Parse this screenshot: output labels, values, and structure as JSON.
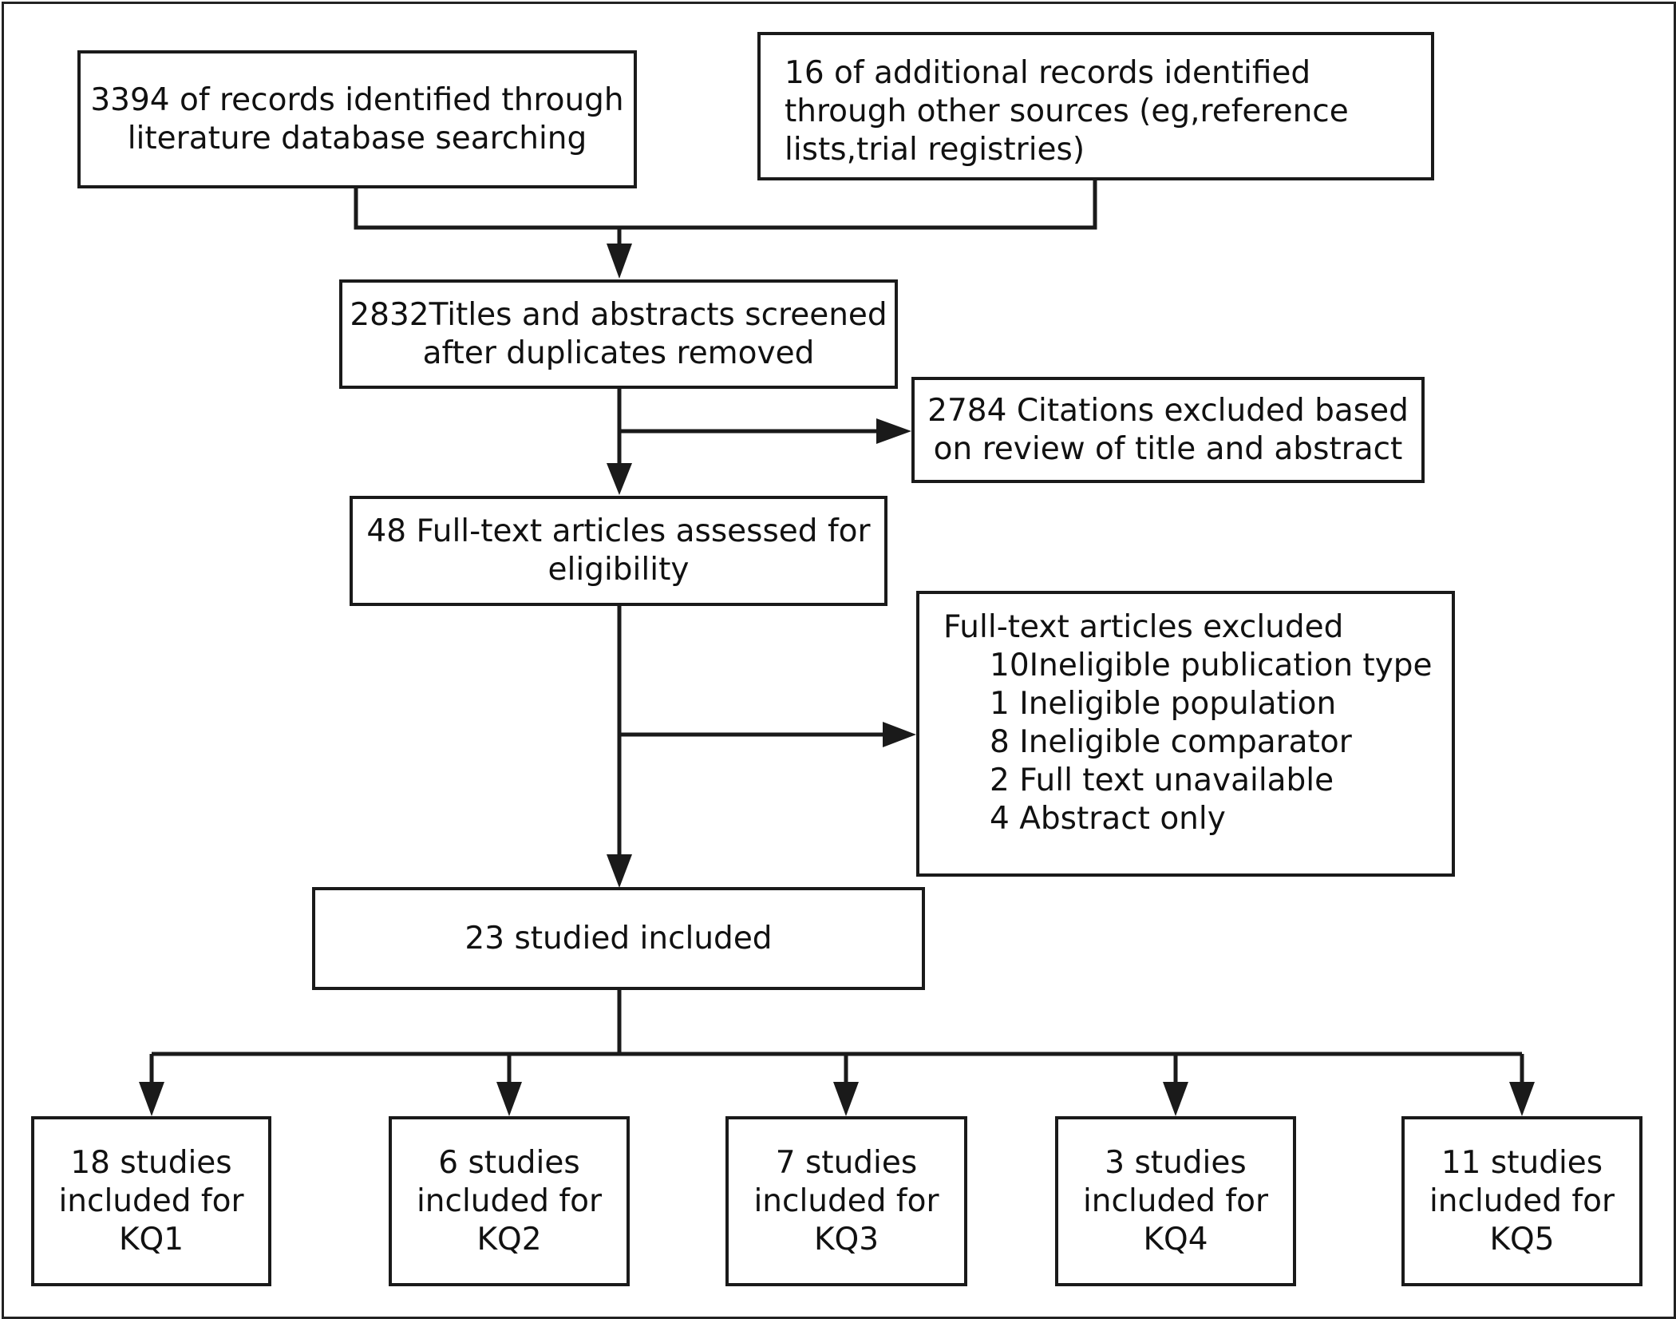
{
  "records_database": {
    "lines": [
      "3394 of records identified through",
      "literature database searching"
    ]
  },
  "records_other": {
    "lines": [
      "16 of additional records identified",
      "through other sources (eg,reference",
      "lists,trial registries)"
    ]
  },
  "screened": {
    "lines": [
      "2832Titles and abstracts screened",
      "after duplicates removed"
    ]
  },
  "excluded_title_abstract": {
    "lines": [
      "2784 Citations excluded based",
      "on review of title and abstract"
    ]
  },
  "fulltext_assessed": {
    "lines": [
      "48 Full-text articles assessed for",
      "eligibility"
    ]
  },
  "fulltext_excluded": {
    "heading": "Full-text articles excluded",
    "reasons": [
      "10Ineligible publication type",
      "1 Ineligible population",
      "8 Ineligible comparator",
      "2 Full text unavailable",
      "4  Abstract only"
    ]
  },
  "included": {
    "label": "23 studied included"
  },
  "key_questions": [
    {
      "lines": [
        "18 studies",
        "included for",
        "KQ1"
      ]
    },
    {
      "lines": [
        "6 studies",
        "included for",
        "KQ2"
      ]
    },
    {
      "lines": [
        "7 studies",
        "included for",
        "KQ3"
      ]
    },
    {
      "lines": [
        "3 studies",
        "included for",
        "KQ4"
      ]
    },
    {
      "lines": [
        "11 studies",
        "included for",
        "KQ5"
      ]
    }
  ],
  "colors": {
    "stroke": "#1a1a1a",
    "background": "#ffffff"
  }
}
